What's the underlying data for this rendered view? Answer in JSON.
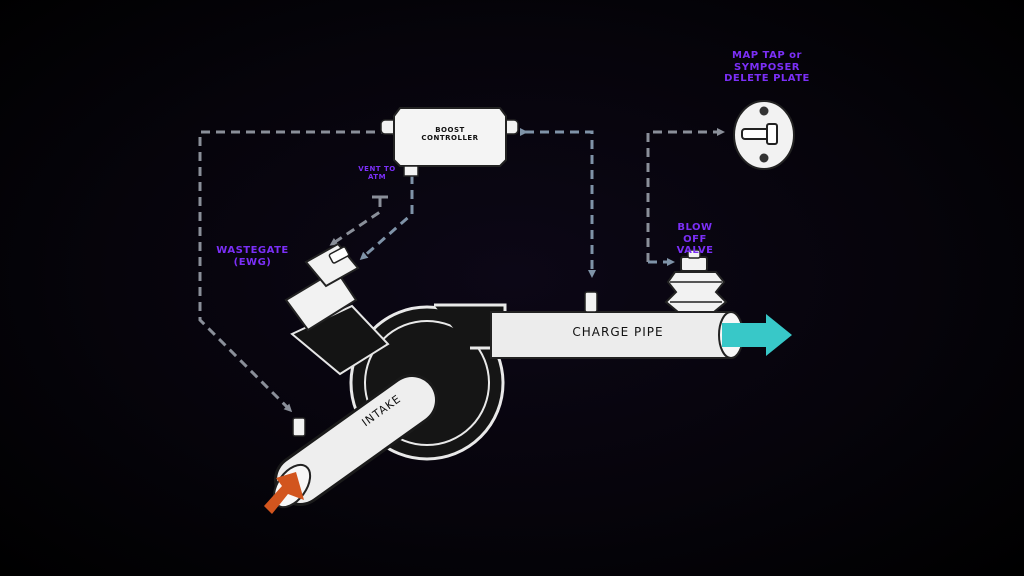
{
  "labels": {
    "map_tap": "MAP TAP or SYMPOSER DELETE PLATE",
    "boost_controller": "BOOST CONTROLLER",
    "vent": "VENT TO ATM",
    "wastegate": "WASTEGATE (EWG)",
    "blow_off": "BLOW OFF VALVE",
    "charge_pipe": "CHARGE PIPE",
    "intake": "INTAKE"
  },
  "colors": {
    "label_purple": "#7b2ff7",
    "line_gray": "#8a8f99",
    "line_blue": "#7f93a8",
    "inlet_arrow": "#d2551e",
    "outlet_arrow": "#38c8c8",
    "pipe_white": "#eeeeee"
  }
}
